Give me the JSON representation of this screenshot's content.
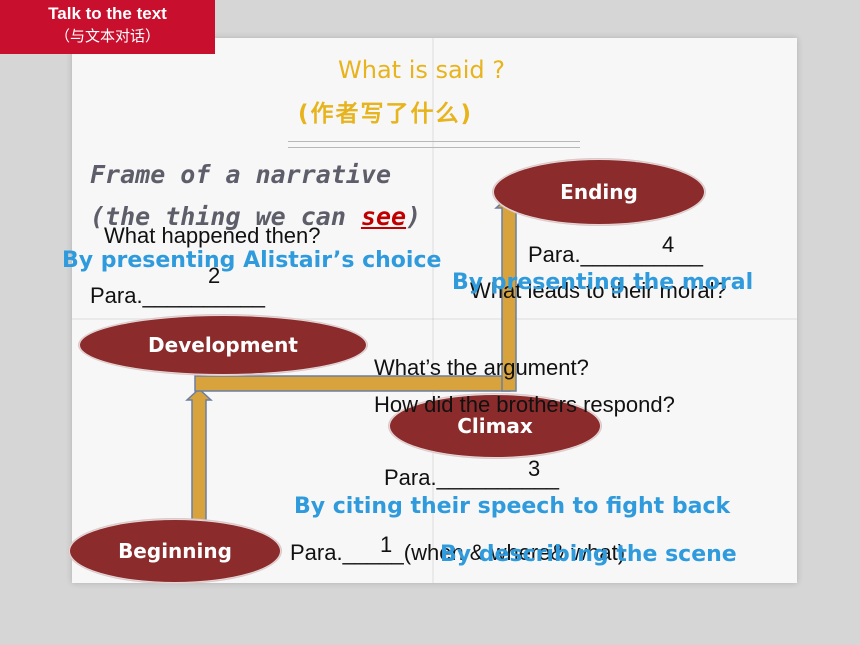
{
  "header": {
    "title": "Talk to the text",
    "subtitle": "（与文本对话）"
  },
  "heading": {
    "line1": "What is said ?",
    "line2": "(作者写了什么)"
  },
  "frame": {
    "line1": "Frame  of a narrative",
    "line2_prefix": "(the thing we can ",
    "line2_highlight": "see",
    "line2_suffix": ")"
  },
  "stages": {
    "beginning": "Beginning",
    "development": "Development",
    "climax": "Climax",
    "ending": "Ending"
  },
  "questions": {
    "what_happened": "What happened then?",
    "argument": "What’s the argument?",
    "brothers": "How did the brothers respond?",
    "moral": "What leads to their moral?"
  },
  "paras": {
    "beginning": "Para._____(when & where& what)",
    "development": "Para.__________",
    "climax": "Para.__________",
    "ending": "Para.__________"
  },
  "answers": {
    "beginning": "1",
    "development": "2",
    "climax": "3",
    "ending": "4"
  },
  "methods": {
    "development": "By presenting Alistair’s choice",
    "climax": "By citing their speech to fight back",
    "ending": "By presenting the moral",
    "beginning": "By describing the scene"
  },
  "colors": {
    "header": "#c8102e",
    "oval": "#8b2b2b",
    "arrow": "#d8a33d",
    "method_text": "#2f9bdd",
    "title": "#e7b41d"
  }
}
